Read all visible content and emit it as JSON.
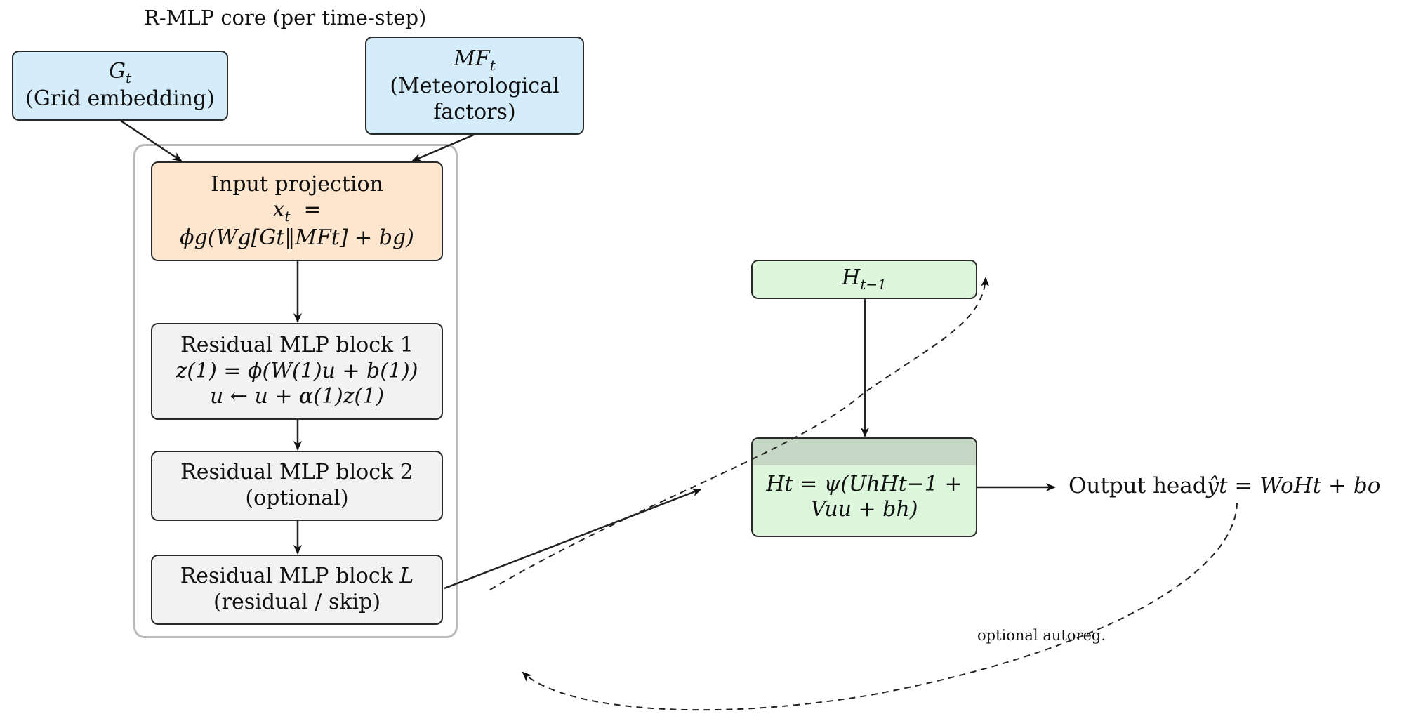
{
  "title": "R-MLP core (per time-step)",
  "nodes": {
    "gt": {
      "symbol": "G",
      "sub": "t",
      "desc": "(Grid embedding)"
    },
    "mft": {
      "symbol": "MF",
      "sub": "t",
      "desc_line1": "(Meteorological",
      "desc_line2": "factors)"
    },
    "input_projection": {
      "title": "Input projection",
      "line2": "x",
      "line2_sub": "t",
      "line2_rest": "  =",
      "line3": "ϕg(Wg[Gt‖MFt] + bg)"
    },
    "block1": {
      "title": "Residual MLP block 1",
      "line2": "z(1) = ϕ(W(1)u + b(1))",
      "line3": "u ← u + α(1)z(1)"
    },
    "block2": {
      "title": "Residual MLP block 2",
      "line2": "(optional)"
    },
    "blockL": {
      "title": "Residual MLP block",
      "title_var": "L",
      "line2": "(residual / skip)"
    },
    "h_prev": {
      "symbol": "H",
      "sub": "t−1"
    },
    "h_t": {
      "line1": "Ht = ψ(UhHt−1 +",
      "line2": "Vuu + bh)"
    },
    "output": {
      "text": "Output head",
      "formula": "ŷt = WoHt + bo"
    }
  },
  "annotations": {
    "autoreg": "optional autoreg."
  },
  "colors": {
    "input_boxes": "#d5ecfb",
    "projection": "#fde6cd",
    "blocks": "#f2f2f2",
    "hidden": "#dcf7dc",
    "border": "#2a2a2a",
    "group_border": "#b9b9b9"
  }
}
